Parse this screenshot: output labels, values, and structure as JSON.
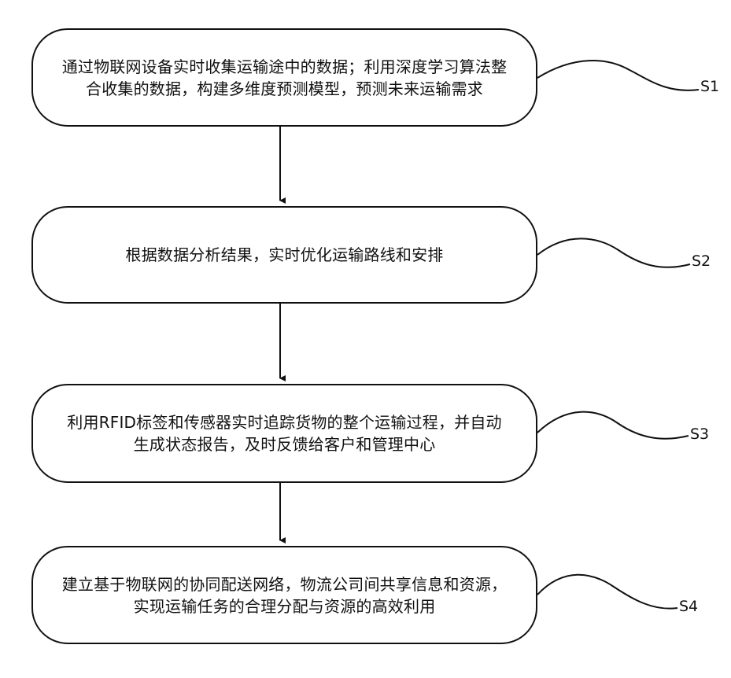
{
  "steps": [
    {
      "id": "S1",
      "label": "S1",
      "text": "通过物联网设备实时收集运输途中的数据；利用深度学习算法整合收集的数据，构建多维度预测模型，预测未来运输需求"
    },
    {
      "id": "S2",
      "label": "S2",
      "text": "根据数据分析结果，实时优化运输路线和安排"
    },
    {
      "id": "S3",
      "label": "S3",
      "text": "利用RFID标签和传感器实时追踪货物的整个运输过程，并自动生成状态报告，及时反馈给客户和管理中心"
    },
    {
      "id": "S4",
      "label": "S4",
      "text": "建立基于物联网的协同配送网络，物流公司间共享信息和资源，实现运输任务的合理分配与资源的高效利用"
    }
  ],
  "colors": {
    "line": "#111111",
    "box_fill": "#ffffff",
    "text": "#111111"
  },
  "icons": {
    "arrow": "down-arrow",
    "leader": "wavy-leader-line"
  }
}
